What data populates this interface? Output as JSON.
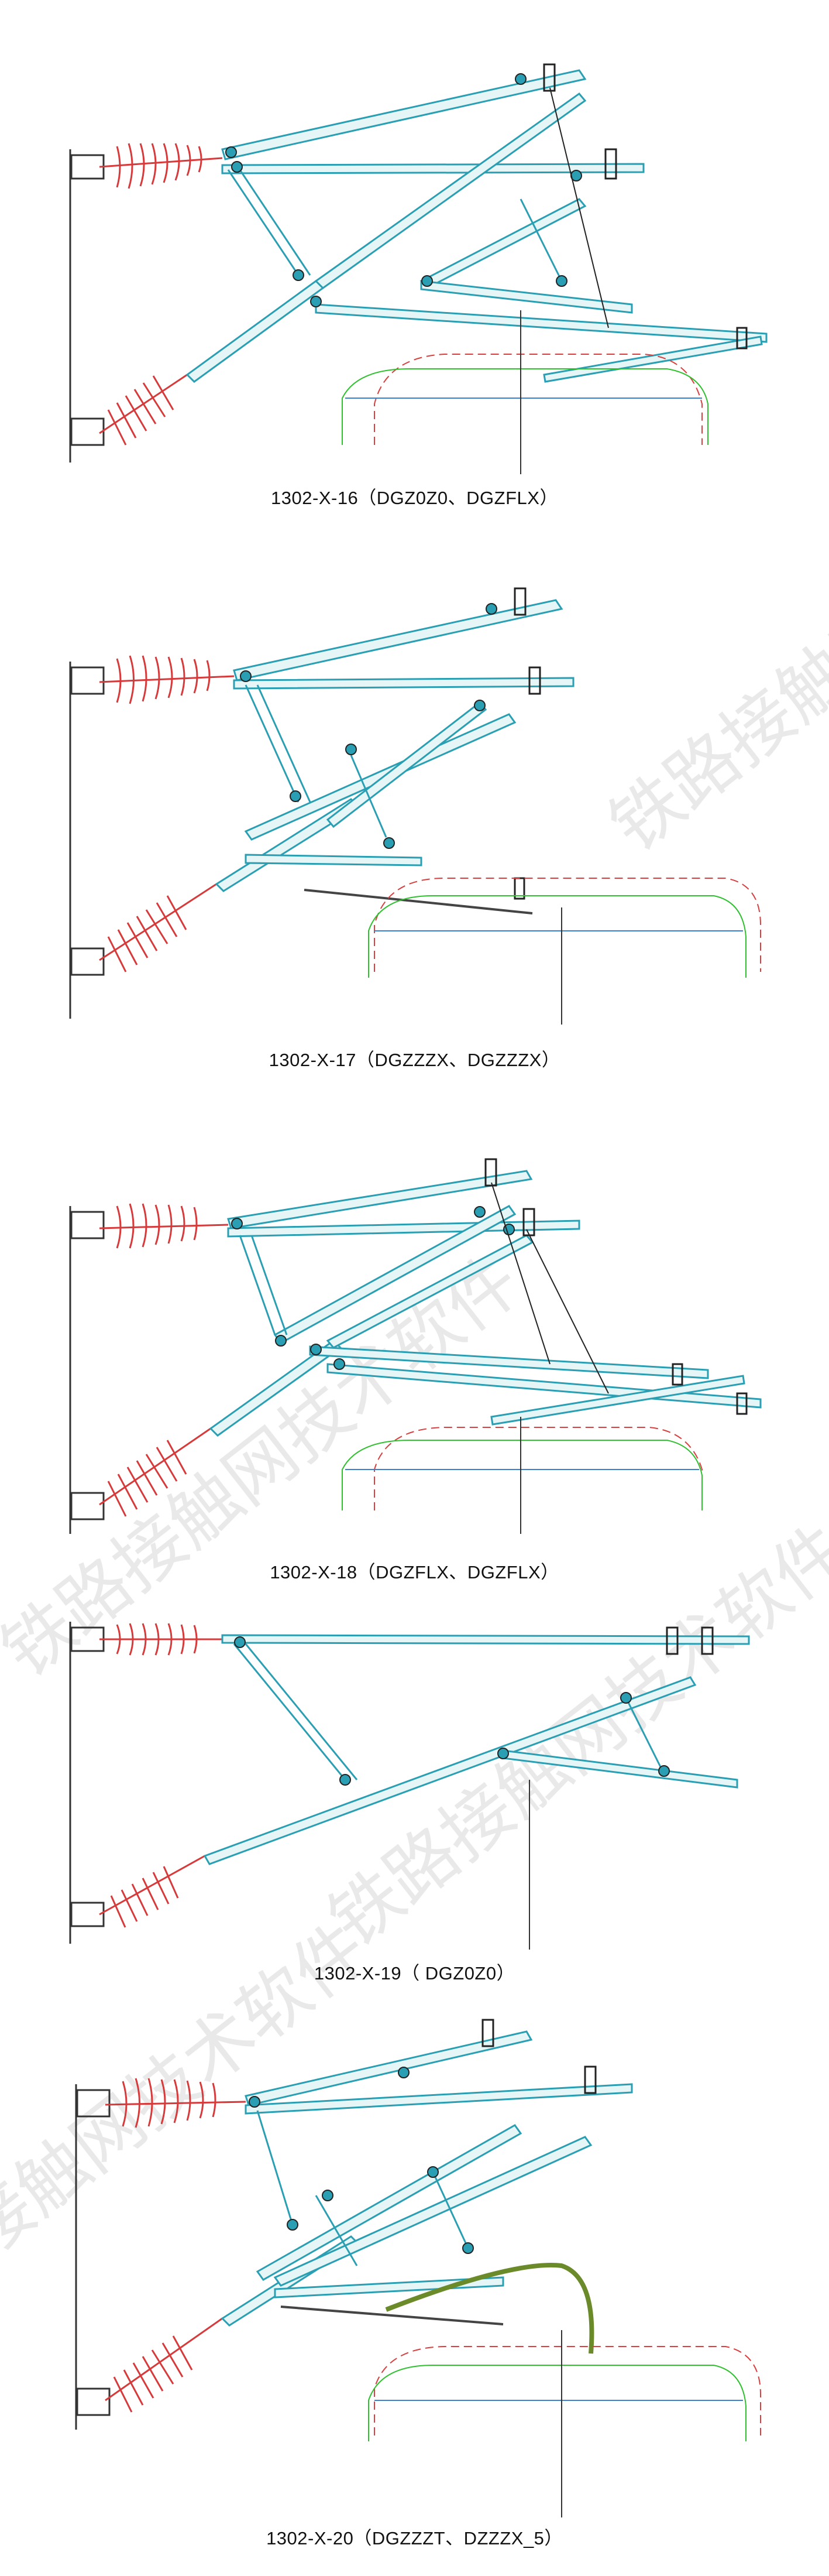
{
  "watermark_text": "铁路接触网技术软件",
  "colors": {
    "insulator": "#d63a3a",
    "tube": "#2a9fb3",
    "tube_fill": "#e6f6f6",
    "mast": "#333333",
    "clearance_red": "#d64040",
    "clearance_green": "#30c030",
    "clearance_blue": "#3a7fd0",
    "wire": "#222222",
    "pipe": "#6b8a2a"
  },
  "figures": [
    {
      "caption": "1302-X-16（DGZ0Z0、DGZFLX）"
    },
    {
      "caption": "1302-X-17（DGZZZX、DGZZZX）"
    },
    {
      "caption": "1302-X-18（DGZFLX、DGZFLX）"
    },
    {
      "caption": "1302-X-19（  DGZ0Z0）"
    },
    {
      "caption": "1302-X-20（DGZZZT、DZZZX_5）"
    }
  ]
}
